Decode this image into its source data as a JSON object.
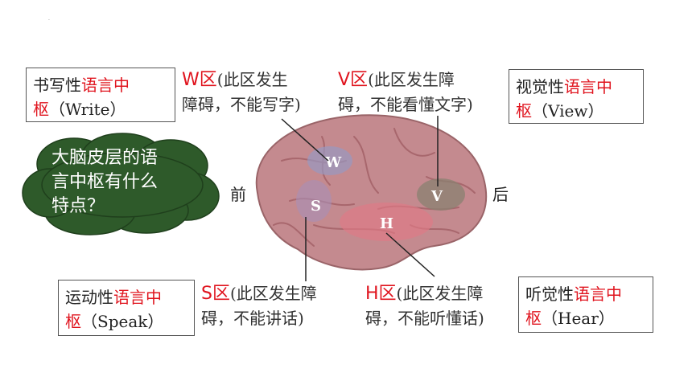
{
  "corner_mark": "·",
  "boxes": {
    "write": {
      "prefix": "书写性",
      "red": "语言中",
      "red2": "枢",
      "suffix": "（Write）"
    },
    "view": {
      "prefix": "视觉性",
      "red": "语言中",
      "red2": "枢",
      "suffix": "（View）"
    },
    "speak": {
      "prefix": "运动性",
      "red": "语言中",
      "red2": "枢",
      "suffix": "（Speak）"
    },
    "hear": {
      "prefix": "听觉性",
      "red": "语言中",
      "red2": "枢",
      "suffix": "（Hear）"
    }
  },
  "zones": {
    "w": {
      "code": "W区",
      "line1": "(此区发生",
      "line2": "障碍，不能写字)"
    },
    "v": {
      "code": "V区",
      "line1": "(此区发生障",
      "line2": "碍，不能看懂文字)"
    },
    "s": {
      "code": "S区",
      "line1": "(此区发生障",
      "line2": "碍，不能讲话)"
    },
    "h": {
      "code": "H区",
      "line1": "(此区发生障",
      "line2": "碍，不能听懂话)"
    }
  },
  "directions": {
    "front": "前",
    "back": "后"
  },
  "brain_labels": {
    "w": "W",
    "v": "V",
    "s": "S",
    "h": "H"
  },
  "question": {
    "line1": "大脑皮层的语",
    "line2": "言中枢有什么",
    "line3": "特点？"
  },
  "colors": {
    "accent_red": "#e0141e",
    "cloud_green": "#2e5a2a",
    "brain_pink": "#c48a8f"
  }
}
